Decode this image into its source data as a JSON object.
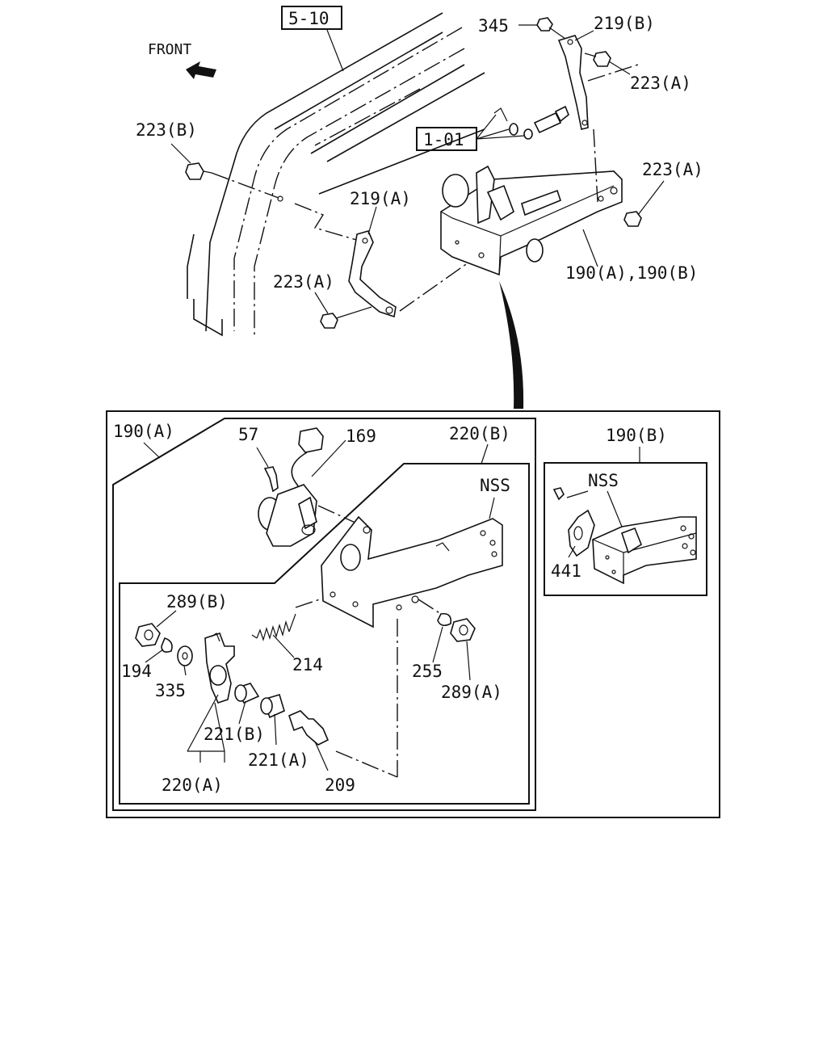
{
  "diagram": {
    "refs": {
      "ref_5_10": "5-10",
      "ref_1_01": "1-01"
    },
    "front_label": "FRONT",
    "labels": {
      "l345": "345",
      "l219b": "219(B)",
      "l223a_top": "223(A)",
      "l223b": "223(B)",
      "l223a_right": "223(A)",
      "l219a": "219(A)",
      "l223a_left": "223(A)",
      "l190ab": "190(A),190(B)",
      "l190a": "190(A)",
      "l57": "57",
      "l169": "169",
      "l220b": "220(B)",
      "l_nss_main": "NSS",
      "l289b": "289(B)",
      "l194": "194",
      "l335": "335",
      "l214": "214",
      "l255": "255",
      "l289a": "289(A)",
      "l221b": "221(B)",
      "l221a": "221(A)",
      "l220a": "220(A)",
      "l209": "209",
      "l190b": "190(B)",
      "l_nss_side": "NSS",
      "l441": "441"
    }
  }
}
